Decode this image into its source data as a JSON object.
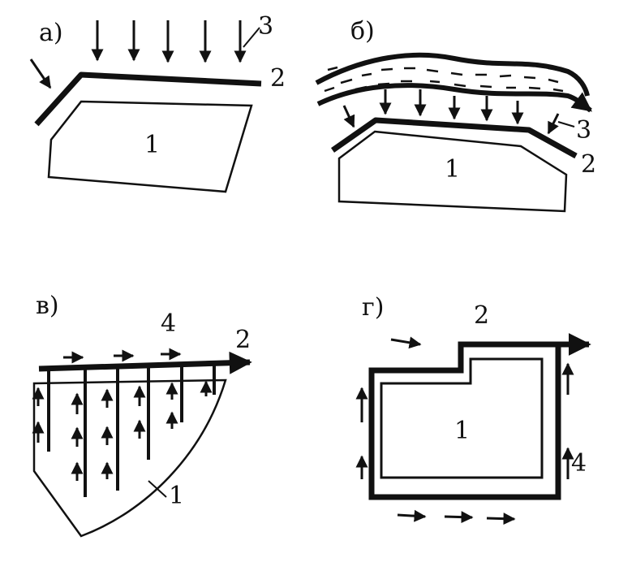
{
  "colors": {
    "ink": "#111111",
    "background": "#ffffff"
  },
  "panels": [
    {
      "id": "a",
      "letter": "а)",
      "labels": {
        "body": "1",
        "line": "2",
        "arrows": "3"
      }
    },
    {
      "id": "b",
      "letter": "б)",
      "labels": {
        "body": "1",
        "line": "2",
        "arrows": "3"
      }
    },
    {
      "id": "v",
      "letter": "в)",
      "labels": {
        "body": "1",
        "line": "2",
        "arrows": "4"
      }
    },
    {
      "id": "g",
      "letter": "г)",
      "labels": {
        "body": "1",
        "line": "2",
        "arrows": "4"
      }
    }
  ]
}
